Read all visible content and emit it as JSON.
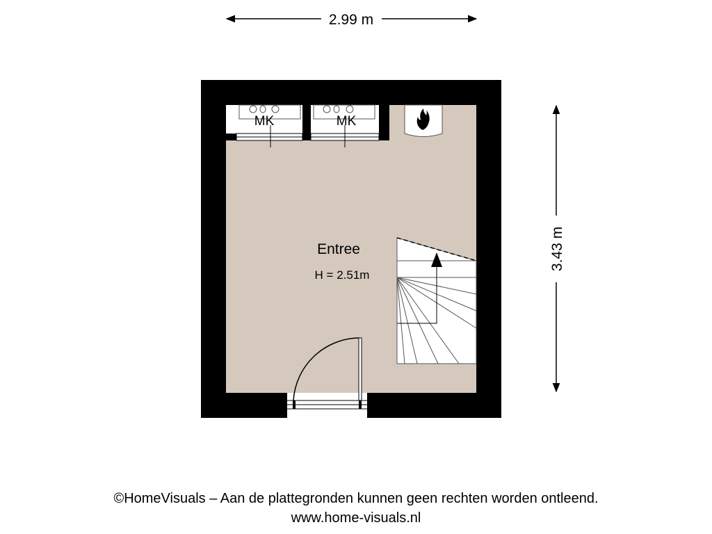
{
  "dimensions": {
    "width_label": "2.99 m",
    "height_label": "3.43 m"
  },
  "room": {
    "name": "Entree",
    "height_label": "H = 2.51m"
  },
  "fixtures": {
    "meter_cabinet_left": "MK",
    "meter_cabinet_right": "MK",
    "boiler_icon": "flame-icon"
  },
  "footer": {
    "copyright": "©HomeVisuals – Aan de plattegronden kunnen geen rechten worden ontleend.",
    "website": "www.home-visuals.nl"
  },
  "colors": {
    "wall": "#000000",
    "floor": "#d5c9be",
    "background": "#ffffff"
  }
}
